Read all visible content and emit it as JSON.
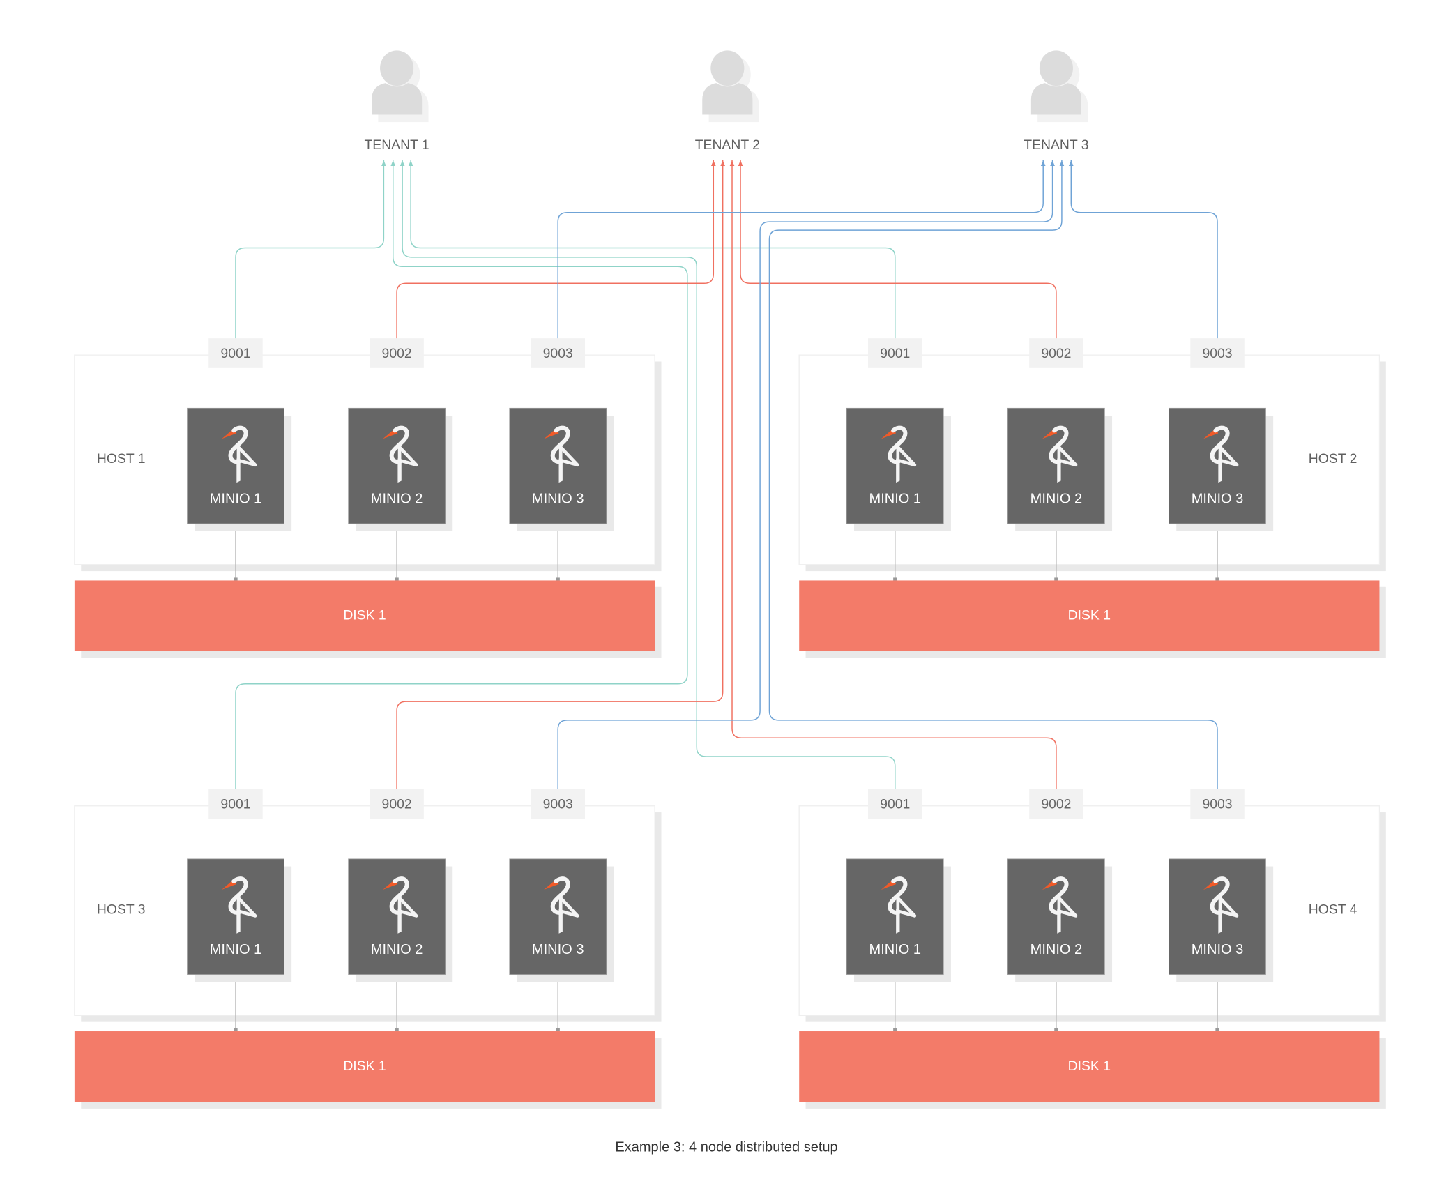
{
  "tenants": [
    {
      "label": "TENANT 1",
      "color": "#8fd3c8"
    },
    {
      "label": "TENANT 2",
      "color": "#f07060"
    },
    {
      "label": "TENANT 3",
      "color": "#6fa3d6"
    }
  ],
  "hosts": [
    {
      "label": "HOST 1",
      "disk": "DISK 1",
      "ports": [
        "9001",
        "9002",
        "9003"
      ],
      "nodes": [
        "MINIO 1",
        "MINIO 2",
        "MINIO 3"
      ]
    },
    {
      "label": "HOST 2",
      "disk": "DISK 1",
      "ports": [
        "9001",
        "9002",
        "9003"
      ],
      "nodes": [
        "MINIO 1",
        "MINIO 2",
        "MINIO 3"
      ]
    },
    {
      "label": "HOST 3",
      "disk": "DISK 1",
      "ports": [
        "9001",
        "9002",
        "9003"
      ],
      "nodes": [
        "MINIO 1",
        "MINIO 2",
        "MINIO 3"
      ]
    },
    {
      "label": "HOST 4",
      "disk": "DISK 1",
      "ports": [
        "9001",
        "9002",
        "9003"
      ],
      "nodes": [
        "MINIO 1",
        "MINIO 2",
        "MINIO 3"
      ]
    }
  ],
  "connections": [
    {
      "tenant": "TENANT 1",
      "host": "HOST 1",
      "port": "9001"
    },
    {
      "tenant": "TENANT 1",
      "host": "HOST 2",
      "port": "9001"
    },
    {
      "tenant": "TENANT 1",
      "host": "HOST 3",
      "port": "9001"
    },
    {
      "tenant": "TENANT 1",
      "host": "HOST 4",
      "port": "9001"
    },
    {
      "tenant": "TENANT 2",
      "host": "HOST 1",
      "port": "9002"
    },
    {
      "tenant": "TENANT 2",
      "host": "HOST 2",
      "port": "9002"
    },
    {
      "tenant": "TENANT 2",
      "host": "HOST 3",
      "port": "9002"
    },
    {
      "tenant": "TENANT 2",
      "host": "HOST 4",
      "port": "9002"
    },
    {
      "tenant": "TENANT 3",
      "host": "HOST 1",
      "port": "9003"
    },
    {
      "tenant": "TENANT 3",
      "host": "HOST 2",
      "port": "9003"
    },
    {
      "tenant": "TENANT 3",
      "host": "HOST 3",
      "port": "9003"
    },
    {
      "tenant": "TENANT 3",
      "host": "HOST 4",
      "port": "9003"
    }
  ],
  "colors": {
    "disk": "#f37b69",
    "node": "#666666",
    "beak": "#f05a28"
  },
  "icons": {
    "tenant": "user-icon",
    "node": "minio-stork-logo"
  },
  "caption": "Example 3: 4 node distributed setup"
}
